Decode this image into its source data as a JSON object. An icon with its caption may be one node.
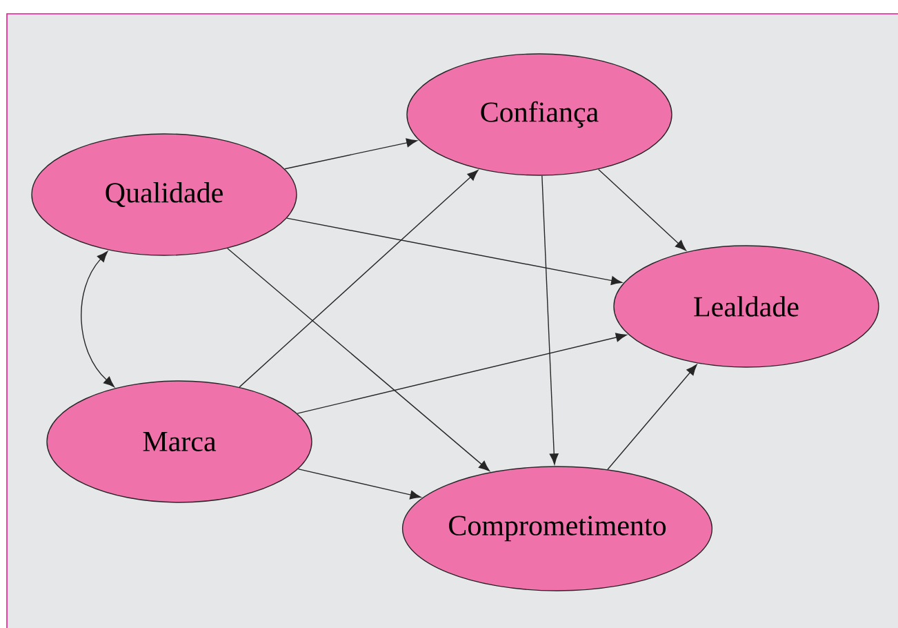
{
  "diagram": {
    "nodes": [
      {
        "text": [
          "Confiança"
        ]
      },
      {
        "text": [
          "Qualidade"
        ]
      },
      {
        "text": [
          "Lealdade"
        ]
      },
      {
        "text": [
          "Marca"
        ]
      },
      {
        "text": [
          "Comprometimento"
        ]
      }
    ],
    "edges": [
      {
        "from": 1,
        "to": 3,
        "arrow": "both"
      },
      {
        "from": 1,
        "to": 0,
        "arrow": "to"
      },
      {
        "from": 1,
        "to": 2,
        "arrow": "to"
      },
      {
        "from": 1,
        "to": 4,
        "arrow": "to"
      },
      {
        "from": 3,
        "to": 0,
        "arrow": "to"
      },
      {
        "from": 3,
        "to": 2,
        "arrow": "to"
      },
      {
        "from": 3,
        "to": 4,
        "arrow": "to"
      },
      {
        "from": 0,
        "to": 2,
        "arrow": "to"
      },
      {
        "from": 0,
        "to": 4,
        "arrow": "to"
      },
      {
        "from": 4,
        "to": 2,
        "arrow": "to"
      }
    ]
  }
}
